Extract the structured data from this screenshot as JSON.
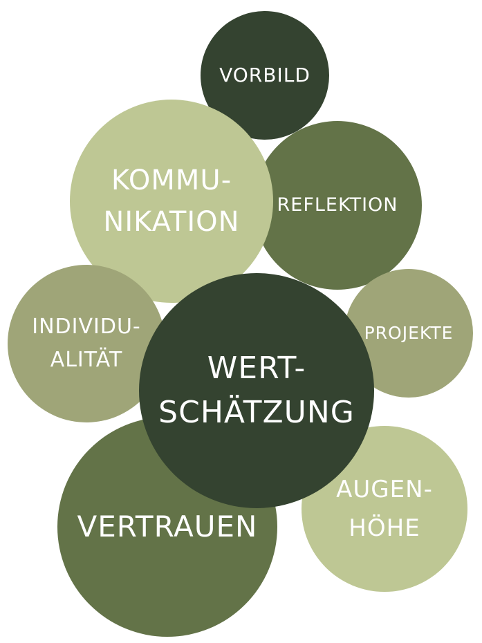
{
  "colors": {
    "dark": "#344330",
    "medium": "#637348",
    "light": "#bec794",
    "sage": "#9fa578",
    "text": "#ffffff"
  },
  "bubbles": {
    "vorbild": {
      "lines": [
        "VORBILD"
      ],
      "color": "#344330"
    },
    "reflektion": {
      "lines": [
        "REFLEKTION"
      ],
      "color": "#637348"
    },
    "kommunikation": {
      "lines": [
        "KOMMU-",
        "NIKATION"
      ],
      "color": "#bec794"
    },
    "projekte": {
      "lines": [
        "PROJEKTE"
      ],
      "color": "#9fa578"
    },
    "individualitaet": {
      "lines": [
        "INDIVIDU-",
        "ALITÄT"
      ],
      "color": "#9fa578"
    },
    "augenhoehe": {
      "lines": [
        "AUGEN-",
        "HÖHE"
      ],
      "color": "#bec794"
    },
    "vertrauen": {
      "lines": [
        "VERTRAUEN"
      ],
      "color": "#637348"
    },
    "wertschaetzung": {
      "lines": [
        "WERT-",
        "SCHÄTZUNG"
      ],
      "color": "#344330"
    }
  }
}
